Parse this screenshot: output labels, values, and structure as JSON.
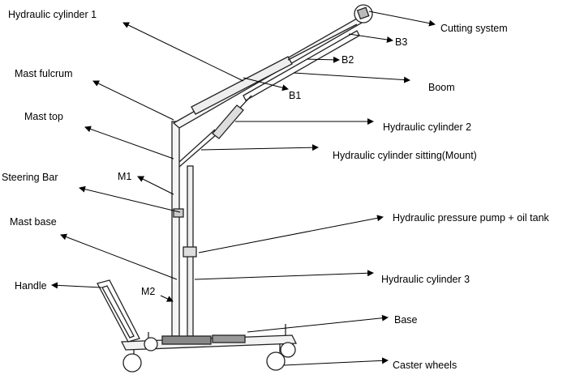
{
  "labels": {
    "hydraulic_cylinder_1": "Hydraulic cylinder 1",
    "cutting_system": "Cutting system",
    "b3": "B3",
    "b2": "B2",
    "boom": "Boom",
    "b1": "B1",
    "mast_fulcrum": "Mast fulcrum",
    "mast_top": "Mast top",
    "hydraulic_cylinder_2": "Hydraulic cylinder 2",
    "hydraulic_cylinder_mount": "Hydraulic cylinder sitting(Mount)",
    "m1": "M1",
    "steering_bar": "Steering Bar",
    "mast_base": "Mast base",
    "pump_tank": "Hydraulic pressure pump + oil tank",
    "hydraulic_cylinder_3": "Hydraulic cylinder 3",
    "handle": "Handle",
    "m2": "M2",
    "base": "Base",
    "caster_wheels": "Caster wheels"
  }
}
